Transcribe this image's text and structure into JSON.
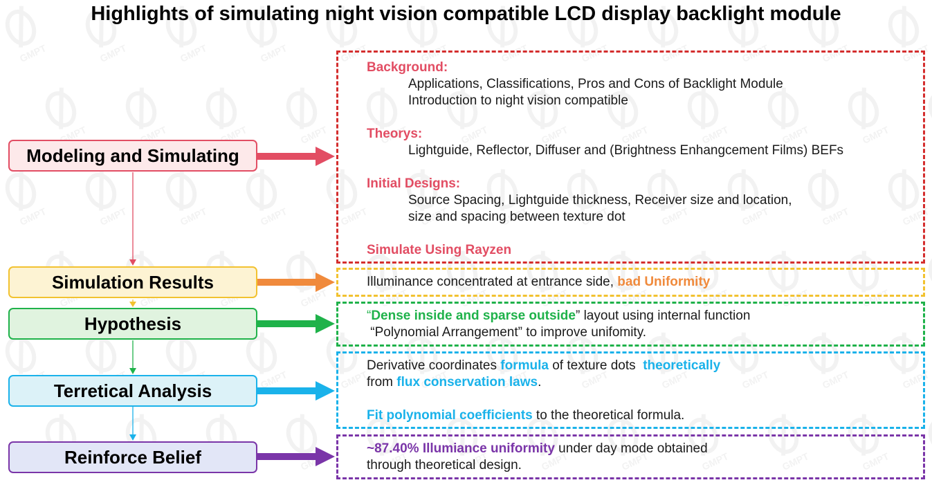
{
  "title": "Highlights of simulating night vision compatible LCD display backlight module",
  "watermark": {
    "text": "GMPT"
  },
  "colors": {
    "red": "#e24d63",
    "orange": "#f08a3c",
    "yellow": "#f2c230",
    "green": "#1fb24a",
    "blue": "#1ab2ea",
    "purple": "#7a35a8"
  },
  "stages": [
    {
      "label": "Modeling and Simulating"
    },
    {
      "label": "Simulation Results"
    },
    {
      "label": "Hypothesis"
    },
    {
      "label": "Terretical Analysis"
    },
    {
      "label": "Reinforce Belief"
    }
  ],
  "modeling": {
    "background_heading": "Background:",
    "background_line1": "Applications, Classifications, Pros and Cons of Backlight Module",
    "background_line2": "Introduction to night vision compatible",
    "theorys_heading": "Theorys:",
    "theorys_line1": "Lightguide, Reflector, Diffuser and (Brightness Enhangcement Films) BEFs",
    "initial_heading": "Initial Designs:",
    "initial_line1": "Source Spacing, Lightguide thickness, Receiver size and location,",
    "initial_line2": "size and spacing between texture dot",
    "simulate": "Simulate Using Rayzen"
  },
  "results": {
    "text": "Illuminance concentrated at entrance side, ",
    "highlight": "bad Uniformity"
  },
  "hypothesis": {
    "open_quote": "“",
    "highlight": "Dense inside and sparse outside",
    "close_rest": "” layout using internal function",
    "line2": " “Polynomial Arrangement” to improve unifomity."
  },
  "analysis": {
    "l1_a": "Derivative coordinates ",
    "l1_b": "formula",
    "l1_c": " of texture dots  ",
    "l1_d": "theoretically",
    "l2_a": "from ",
    "l2_b": "flux conservation laws",
    "l2_c": ".",
    "l3_a": "Fit polynomial coefficients",
    "l3_b": " to the theoretical formula."
  },
  "belief": {
    "highlight": "~87.40% Illumiance uniformity",
    "rest": " under day mode obtained",
    "line2": "through theoretical design."
  }
}
